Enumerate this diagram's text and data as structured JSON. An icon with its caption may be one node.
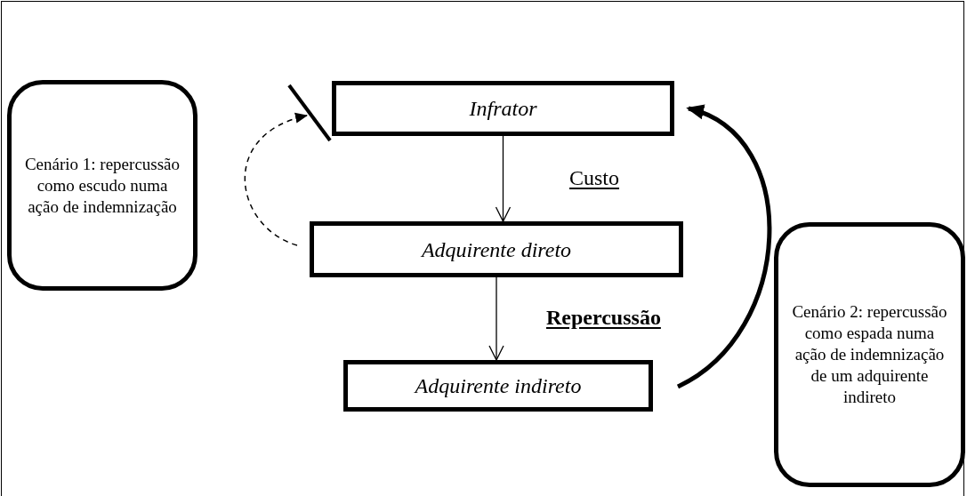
{
  "diagram": {
    "nodes": [
      {
        "text": [
          "Cenário 1: repercussão como escudo numa ação de indemnização"
        ]
      },
      {
        "text": [
          "Infrator"
        ]
      },
      {
        "text": [
          "Adquirente direto"
        ]
      },
      {
        "text": [
          "Adquirente indireto"
        ]
      },
      {
        "text": [
          "Cenário 2: repercussão como espada numa ação de indemnização de um adquirente indireto"
        ]
      }
    ],
    "edges": [
      {
        "from": 1,
        "to": 2,
        "arrow": "to",
        "label": "Custo"
      },
      {
        "from": 2,
        "to": 3,
        "arrow": "to",
        "label": "Repercussão"
      },
      {
        "from": 2,
        "to": 1,
        "arrow": "to",
        "style": "dashed"
      },
      {
        "from": 3,
        "to": 1,
        "arrow": "to",
        "style": "thick"
      }
    ]
  }
}
